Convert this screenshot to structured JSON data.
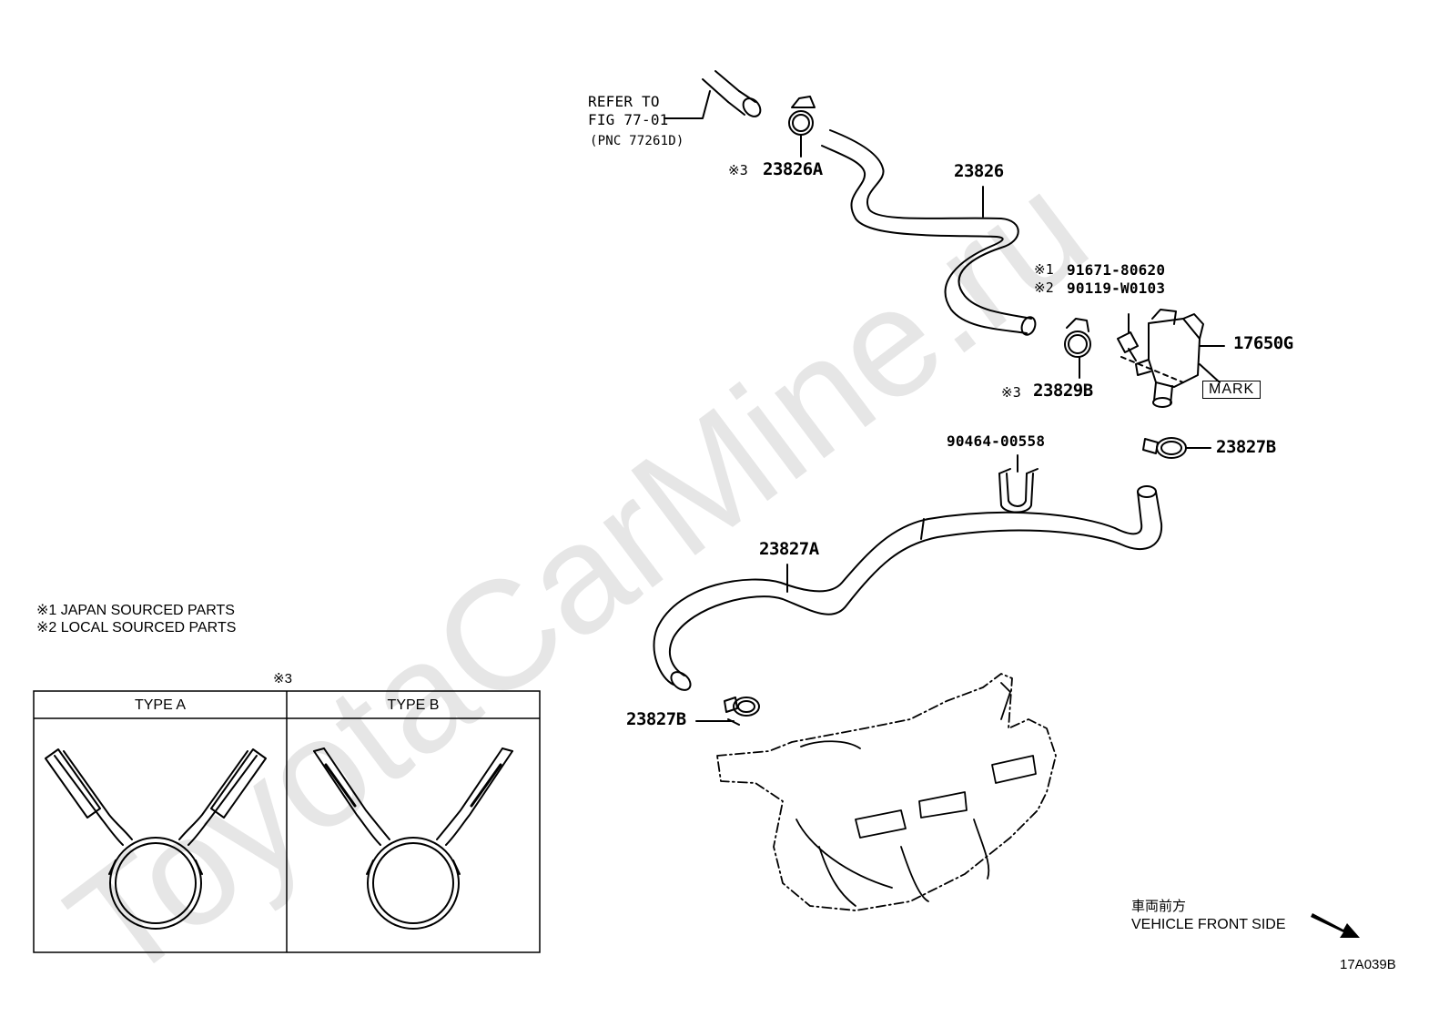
{
  "watermark": "ToyotaCarMine.ru",
  "refer": {
    "line1": "REFER TO",
    "line2": "FIG 77-01",
    "line3": "(PNC 77261D)"
  },
  "parts": {
    "p23826A": {
      "mark": "※3",
      "label": "23826A"
    },
    "p23826": {
      "label": "23826"
    },
    "p91671": {
      "mark": "※1",
      "label": "91671-80620"
    },
    "p90119": {
      "mark": "※2",
      "label": "90119-W0103"
    },
    "p17650G": {
      "label": "17650G"
    },
    "mark_box": "MARK",
    "p23829B": {
      "mark": "※3",
      "label": "23829B"
    },
    "p90464": {
      "label": "90464-00558"
    },
    "p23827B_top": {
      "label": "23827B"
    },
    "p23827A": {
      "label": "23827A"
    },
    "p23827B_bottom": {
      "label": "23827B"
    }
  },
  "legend": {
    "note1": "※1  JAPAN SOURCED PARTS",
    "note2": "※2  LOCAL SOURCED PARTS"
  },
  "clamp_table": {
    "mark": "※3",
    "type_a": "TYPE A",
    "type_b": "TYPE B"
  },
  "direction": {
    "jp": "車両前方",
    "en": "VEHICLE FRONT SIDE"
  },
  "figure_id": "17A039B"
}
